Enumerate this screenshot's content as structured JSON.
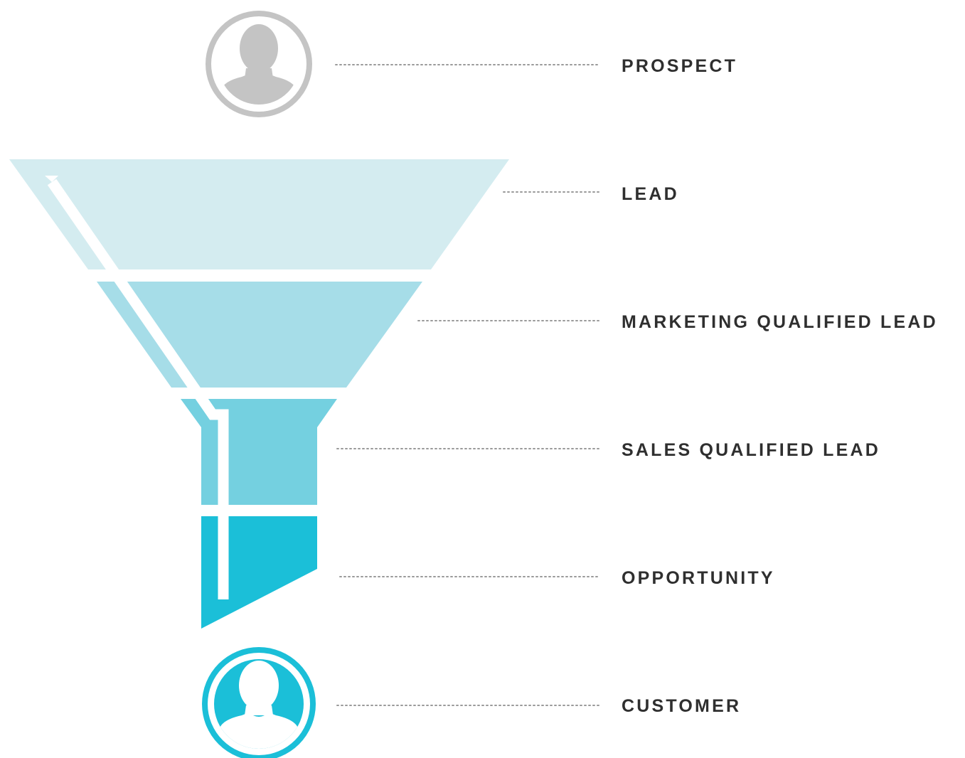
{
  "stages": [
    {
      "label": "PROSPECT",
      "color": "#c4c4c4"
    },
    {
      "label": "LEAD",
      "color": "#d4ecf0"
    },
    {
      "label": "MARKETING QUALIFIED LEAD",
      "color": "#a6dde8"
    },
    {
      "label": "SALES QUALIFIED LEAD",
      "color": "#74d0e0"
    },
    {
      "label": "OPPORTUNITY",
      "color": "#1bbfd8"
    },
    {
      "label": "CUSTOMER",
      "color": "#1bbfd8"
    }
  ],
  "icons": {
    "top": "prospect-person-icon",
    "bottom": "customer-person-icon"
  },
  "colors": {
    "prospect_gray": "#c4c4c4",
    "customer_teal": "#1bbfd8",
    "label_text": "#2f2f2f",
    "connector": "#9a9a9a"
  }
}
